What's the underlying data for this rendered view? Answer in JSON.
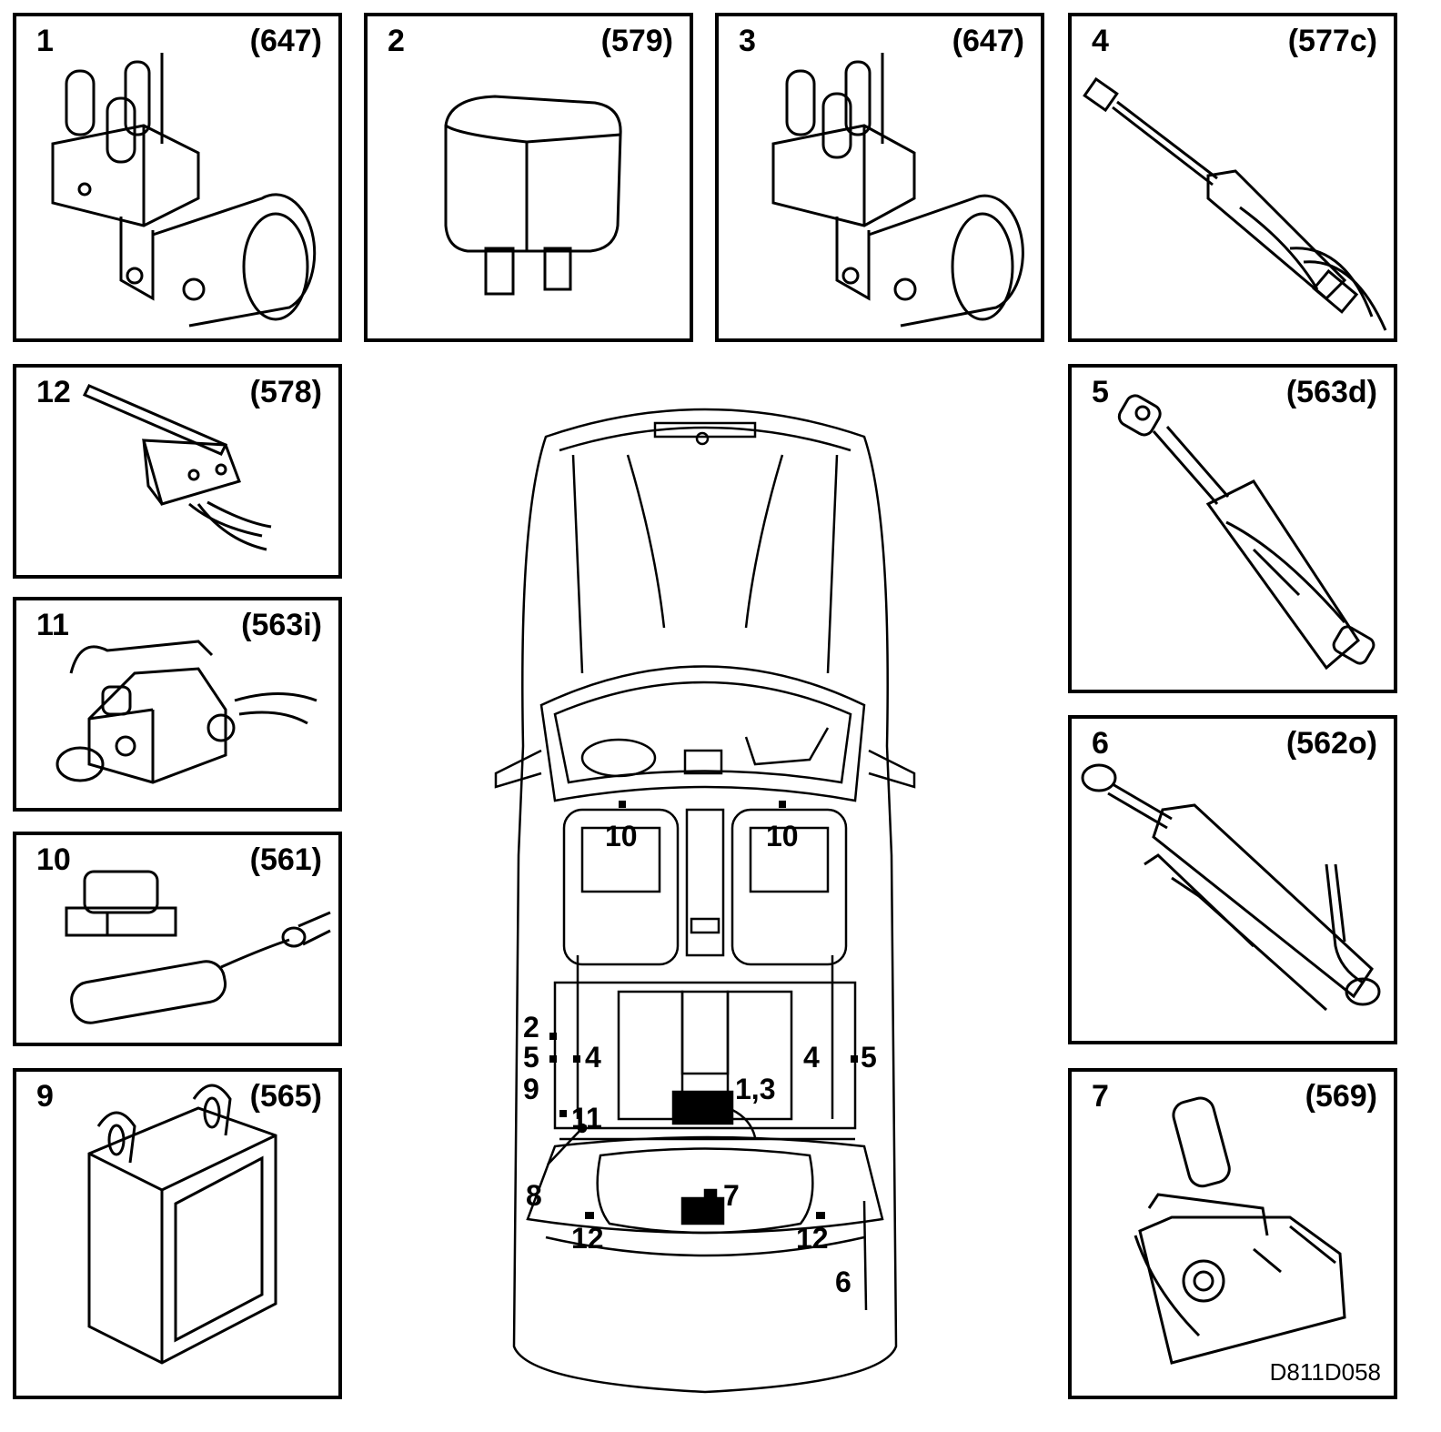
{
  "panels": [
    {
      "number": "1",
      "code": "(647)",
      "icon": "hydraulic-pump-unit-icon"
    },
    {
      "number": "2",
      "code": "(579)",
      "icon": "relay-icon"
    },
    {
      "number": "3",
      "code": "(647)",
      "icon": "hydraulic-pump-unit-icon"
    },
    {
      "number": "4",
      "code": "(577c)",
      "icon": "hydraulic-cylinder-icon"
    },
    {
      "number": "12",
      "code": "(578)",
      "icon": "micro-switch-lever-icon"
    },
    {
      "number": "5",
      "code": "(563d)",
      "icon": "hydraulic-cylinder-icon"
    },
    {
      "number": "11",
      "code": "(563i)",
      "icon": "micro-switch-icon"
    },
    {
      "number": "6",
      "code": "(562o)",
      "icon": "hydraulic-cylinder-icon"
    },
    {
      "number": "10",
      "code": "(561)",
      "icon": "hall-sensor-icon"
    },
    {
      "number": "9",
      "code": "(565)",
      "icon": "control-module-icon"
    },
    {
      "number": "7",
      "code": "(569)",
      "icon": "lock-motor-icon"
    }
  ],
  "car_labels": {
    "l10a": "10",
    "l10b": "10",
    "l2": "2",
    "l5a": "5",
    "l4a": "4",
    "l4b": "4",
    "l5b": "5",
    "l9": "9",
    "l11": "11",
    "l13": "1,3",
    "l8": "8",
    "l7": "7",
    "l12a": "12",
    "l12b": "12",
    "l6": "6"
  },
  "figure_code": "D811D058"
}
